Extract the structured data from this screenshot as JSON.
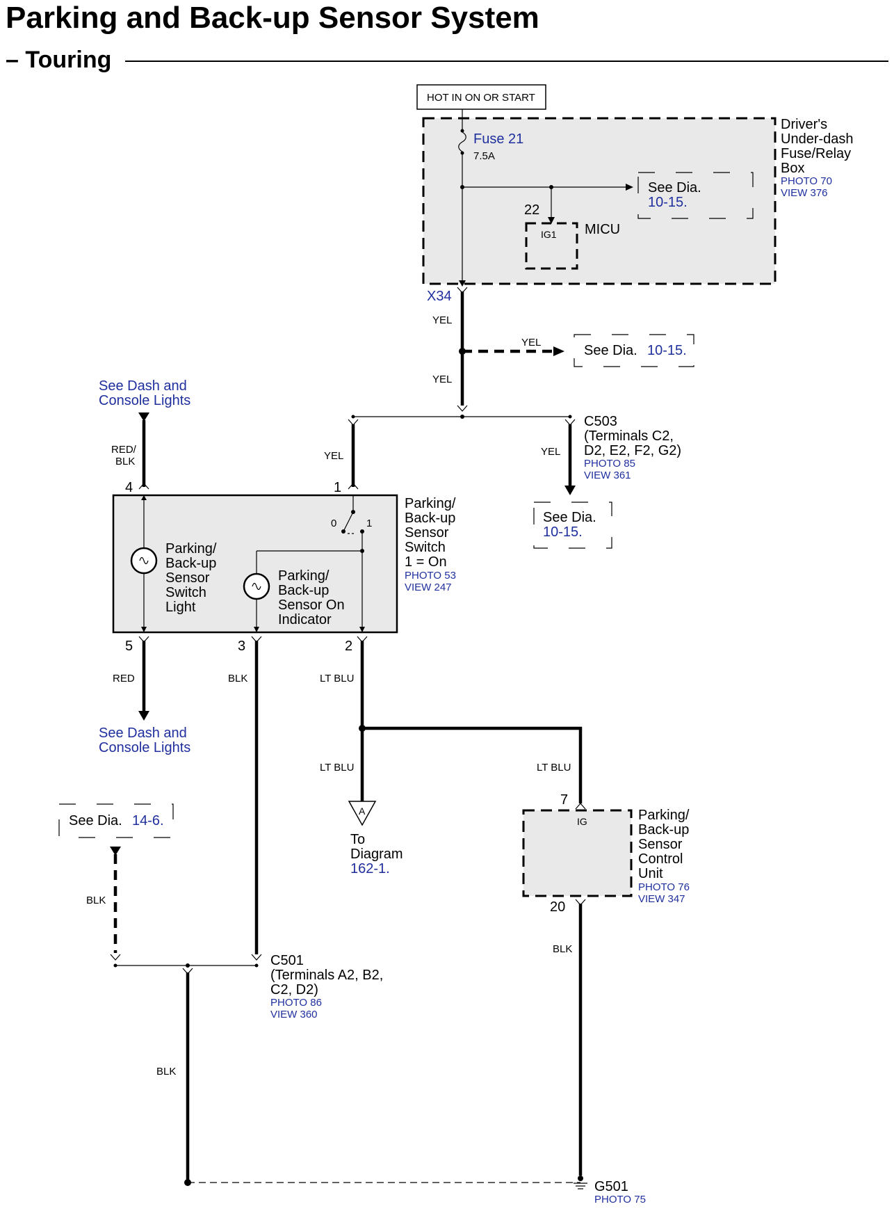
{
  "header": {
    "title": "Parking and Back-up Sensor System",
    "subtitle": "– Touring"
  },
  "power": {
    "label": "HOT IN ON OR START"
  },
  "fuse_box": {
    "name_lines": [
      "Driver's",
      "Under-dash",
      "Fuse/Relay",
      "Box"
    ],
    "photo": "PHOTO 70",
    "view": "VIEW 376",
    "fuse_name": "Fuse 21",
    "fuse_rating": "7.5A",
    "pin_22": "22",
    "micu_pin": "IG1",
    "micu_label": "MICU",
    "ref_see": "See Dia.",
    "ref_num": "10-15."
  },
  "x34": {
    "label": "X34"
  },
  "wires": {
    "yel_1": "YEL",
    "yel_branch": "YEL",
    "yel_2": "YEL",
    "yel_switch": "YEL",
    "yel_c503": "YEL",
    "red_blk": [
      "RED/",
      "BLK"
    ],
    "red": "RED",
    "blk_3": "BLK",
    "lt_blu_2": "LT BLU",
    "lt_blu_a": "LT BLU",
    "lt_blu_cu": "LT BLU",
    "blk_left": "BLK",
    "blk_cu": "BLK",
    "blk_ground": "BLK"
  },
  "ref_yel": {
    "see": "See Dia.",
    "num": "10-15."
  },
  "dash_top": {
    "lines": [
      "See Dash and",
      "Console Lights"
    ]
  },
  "dash_bottom": {
    "lines": [
      "See Dash and",
      "Console Lights"
    ]
  },
  "c503": {
    "lines": [
      "C503",
      "(Terminals C2,",
      "D2, E2, F2, G2)"
    ],
    "photo": "PHOTO 85",
    "view": "VIEW 361",
    "ref_see": "See Dia.",
    "ref_num": "10-15."
  },
  "switch": {
    "pins": {
      "p4": "4",
      "p1": "1",
      "p5": "5",
      "p3": "3",
      "p2": "2"
    },
    "pos_off": "0",
    "pos_on": "1",
    "name_lines": [
      "Parking/",
      "Back-up",
      "Sensor",
      "Switch",
      "1 = On"
    ],
    "photo": "PHOTO 53",
    "view": "VIEW 247",
    "light_lines": [
      "Parking/",
      "Back-up",
      "Sensor",
      "Switch",
      "Light"
    ],
    "indicator_lines": [
      "Parking/",
      "Back-up",
      "Sensor On",
      "Indicator"
    ]
  },
  "ref_14": {
    "see": "See Dia.",
    "num": "14-6."
  },
  "connector_a": {
    "letter": "A",
    "lines": [
      "To",
      "Diagram"
    ],
    "num": "162-1."
  },
  "control_unit": {
    "pin_7": "7",
    "pin_ig": "IG",
    "pin_20": "20",
    "name_lines": [
      "Parking/",
      "Back-up",
      "Sensor",
      "Control",
      "Unit"
    ],
    "photo": "PHOTO 76",
    "view": "VIEW 347"
  },
  "c501": {
    "lines": [
      "C501",
      "(Terminals A2, B2,",
      "C2, D2)"
    ],
    "photo": "PHOTO 86",
    "view": "VIEW 360"
  },
  "ground": {
    "name": "G501",
    "photo": "PHOTO 75"
  }
}
